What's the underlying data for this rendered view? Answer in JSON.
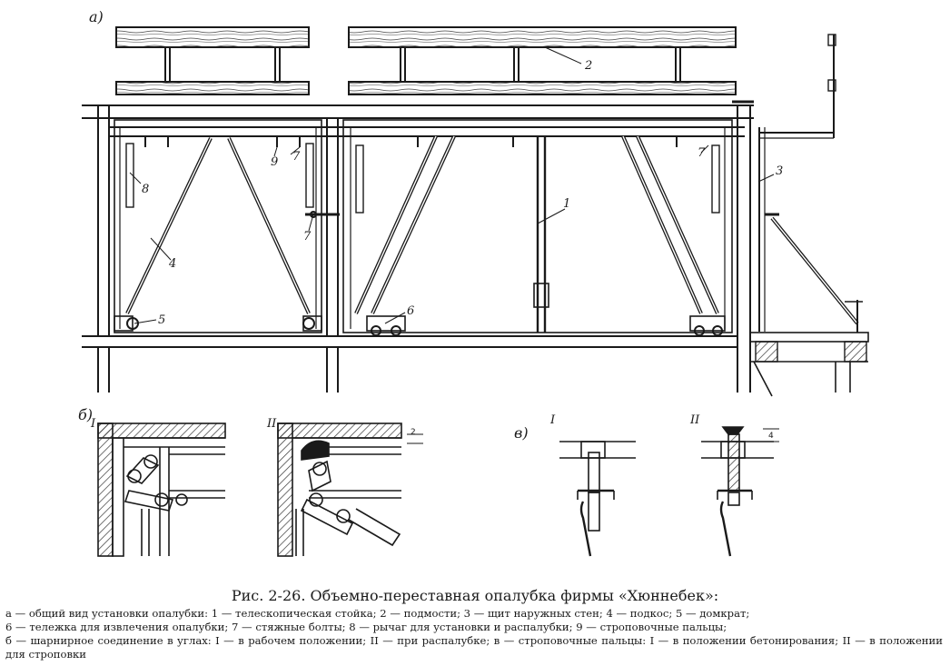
{
  "panels": {
    "a": "а)",
    "b": "б)",
    "v": "в)"
  },
  "callouts": {
    "c1": "1",
    "c2": "2",
    "c3": "3",
    "c4": "4",
    "c5": "5",
    "c6": "6",
    "c7a": "7",
    "c7b": "7",
    "c7c": "7",
    "c8": "8",
    "c9": "9"
  },
  "detail_b": {
    "pos1": "I",
    "pos2": "II",
    "dim": "2"
  },
  "detail_v": {
    "pos1": "I",
    "pos2": "II",
    "dim": "4"
  },
  "caption": {
    "title": "Рис. 2-26. Объемно-переставная опалубка фирмы «Хюннебек»:",
    "legend": [
      "а — общий вид установки опалубки: 1 — телескопическая стойка; 2 — подмости; 3 — щит наружных стен; 4 — подкос; 5 — домкрат;",
      "6 — тележка для извлечения опалубки; 7 — стяжные болты; 8 — рычаг для установки и распалубки; 9 — строповочные пальцы;",
      "б — шарнирное соединение в углах: I — в рабочем положении; II — при распалубке; в — строповочные пальцы: I — в положении бетонирования; II — в положении для строповки"
    ]
  }
}
